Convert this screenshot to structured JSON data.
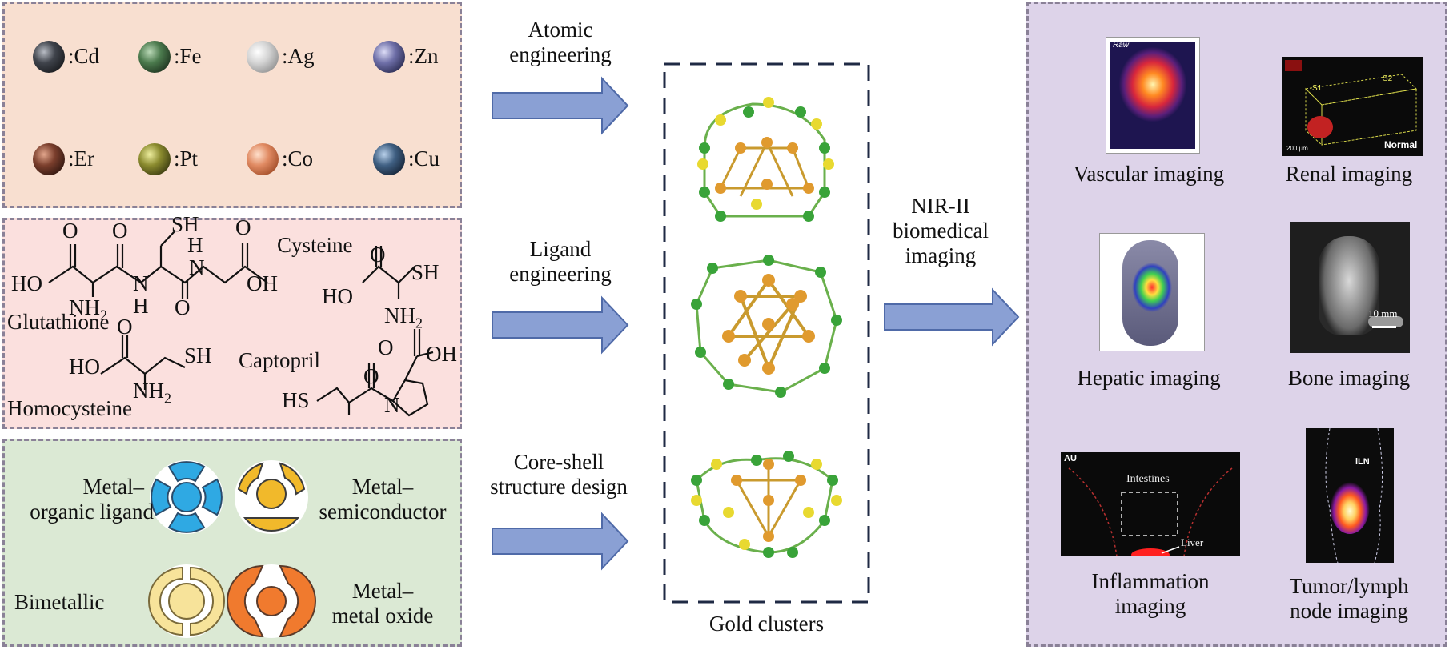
{
  "elements": [
    {
      "symbol": ":Cd",
      "color": "#3f434b"
    },
    {
      "symbol": ":Fe",
      "color": "#4b7a4d"
    },
    {
      "symbol": ":Ag",
      "color": "#c9c9c9"
    },
    {
      "symbol": ":Zn",
      "color": "#6e6fa8"
    },
    {
      "symbol": ":Er",
      "color": "#7a3e2c"
    },
    {
      "symbol": ":Pt",
      "color": "#8a8a2e"
    },
    {
      "symbol": ":Co",
      "color": "#e08a62"
    },
    {
      "symbol": ":Cu",
      "color": "#3f5f82"
    }
  ],
  "ligands": {
    "glutathione": "Glutathione",
    "cysteine": "Cysteine",
    "homocysteine": "Homocysteine",
    "captopril": "Captopril",
    "atoms": {
      "o": "O",
      "ho": "HO",
      "oh": "OH",
      "sh": "SH",
      "hs": "HS",
      "nh2": "NH",
      "sub2": "2",
      "nh": "H",
      "n": "N"
    }
  },
  "coreshell": {
    "mol_line1": "Metal–",
    "mol_line2": "organic ligand",
    "ms_line1": "Metal–",
    "ms_line2": "semiconductor",
    "bimetallic": "Bimetallic",
    "mmo_line1": "Metal–",
    "mmo_line2": "metal oxide"
  },
  "arrows": {
    "atomic_line1": "Atomic",
    "atomic_line2": "engineering",
    "ligand_line1": "Ligand",
    "ligand_line2": "engineering",
    "core_line1": "Core-shell",
    "core_line2": "structure design",
    "nir_line1": "NIR-II",
    "nir_line2": "biomedical",
    "nir_line3": "imaging"
  },
  "gold_clusters_label": "Gold clusters",
  "imaging": {
    "vascular": "Vascular imaging",
    "renal": "Renal imaging",
    "hepatic": "Hepatic imaging",
    "bone": "Bone imaging",
    "inflammation_line1": "Inflammation",
    "inflammation_line2": "imaging",
    "tumor_line1": "Tumor/lymph",
    "tumor_line2": "node imaging",
    "raw_tag": "Raw",
    "normal_tag": "Normal",
    "s1_tag": "S1",
    "s2_tag": "S2",
    "renal_scale": "200 μm",
    "bone_scale": "10 mm",
    "au_tag": "AU",
    "intestines_tag": "Intestines",
    "liver_tag": "Liver",
    "iln_tag": "iLN"
  }
}
